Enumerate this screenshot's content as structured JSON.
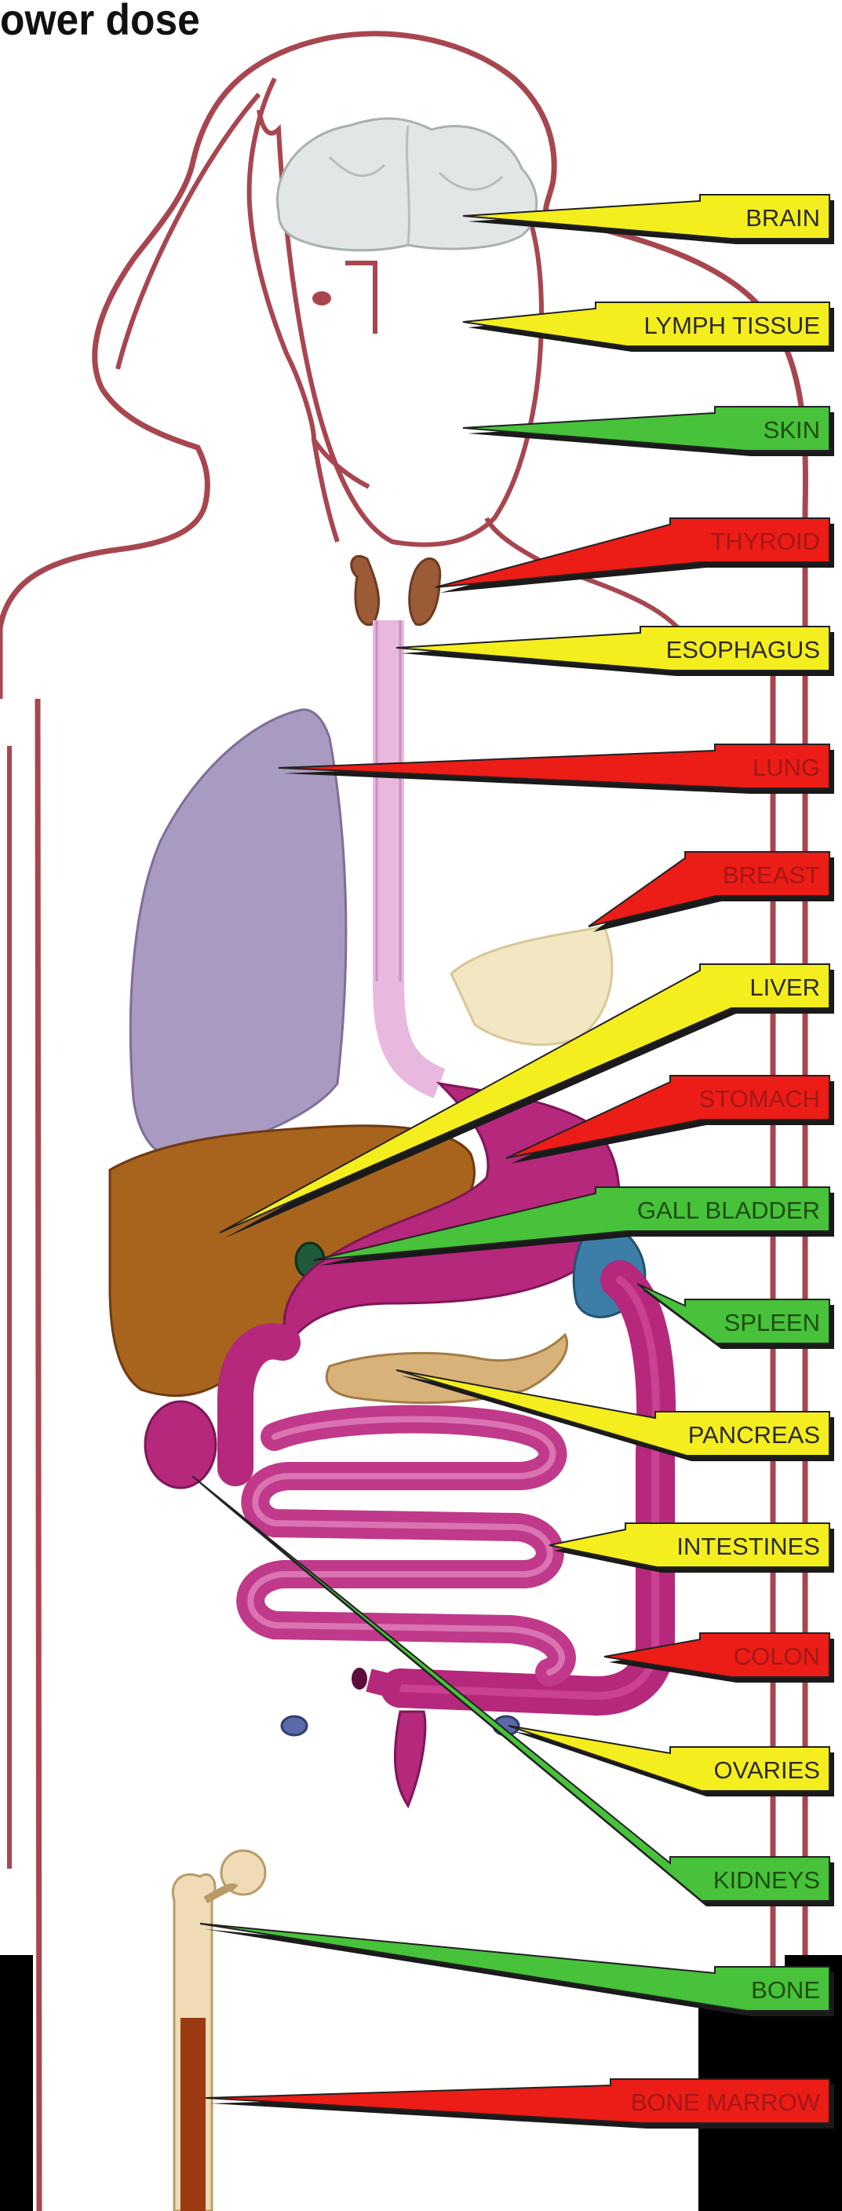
{
  "title": "ower dose",
  "colors": {
    "yellow": "#f5ee1e",
    "green": "#47c23a",
    "red": "#ec1c16",
    "outline": "#a8464f"
  },
  "labels": [
    {
      "id": "brain",
      "text": "BRAIN",
      "color": "yellow"
    },
    {
      "id": "lymph",
      "text": "LYMPH TISSUE",
      "color": "yellow"
    },
    {
      "id": "skin",
      "text": "SKIN",
      "color": "green"
    },
    {
      "id": "thyroid",
      "text": "THYROID",
      "color": "red"
    },
    {
      "id": "esophagus",
      "text": "ESOPHAGUS",
      "color": "yellow"
    },
    {
      "id": "lung",
      "text": "LUNG",
      "color": "red"
    },
    {
      "id": "breast",
      "text": "BREAST",
      "color": "red"
    },
    {
      "id": "liver",
      "text": "LIVER",
      "color": "yellow"
    },
    {
      "id": "stomach",
      "text": "STOMACH",
      "color": "red"
    },
    {
      "id": "gall",
      "text": "GALL BLADDER",
      "color": "green"
    },
    {
      "id": "spleen",
      "text": "SPLEEN",
      "color": "green"
    },
    {
      "id": "pancreas",
      "text": "PANCREAS",
      "color": "yellow"
    },
    {
      "id": "intestines",
      "text": "INTESTINES",
      "color": "yellow"
    },
    {
      "id": "colon",
      "text": "COLON",
      "color": "red"
    },
    {
      "id": "ovaries",
      "text": "OVARIES",
      "color": "yellow"
    },
    {
      "id": "kidneys",
      "text": "KIDNEYS",
      "color": "green"
    },
    {
      "id": "bone",
      "text": "BONE",
      "color": "green"
    },
    {
      "id": "marrow",
      "text": "BONE MARROW",
      "color": "red"
    }
  ]
}
